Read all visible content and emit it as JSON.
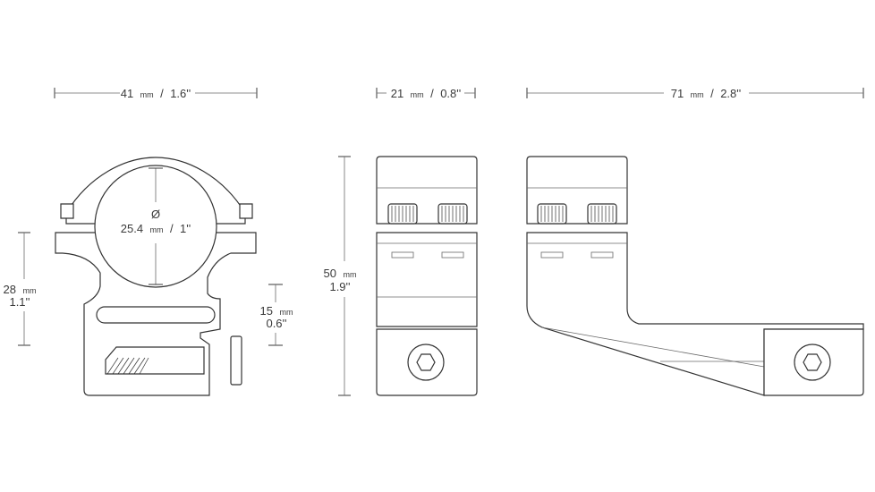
{
  "dimensions": {
    "front_width": {
      "value": "41",
      "unit": "mm",
      "imperial": "1.6''"
    },
    "side_width": {
      "value": "21",
      "unit": "mm",
      "imperial": "0.8''"
    },
    "offset_length": {
      "value": "71",
      "unit": "mm",
      "imperial": "2.8''"
    },
    "tube_diameter": {
      "symbol": "Ø",
      "value": "25.4",
      "unit": "mm",
      "imperial": "1''"
    },
    "center_height": {
      "value": "28",
      "unit": "mm",
      "imperial": "1.1''"
    },
    "base_height": {
      "value": "15",
      "unit": "mm",
      "imperial": "0.6''"
    },
    "total_height": {
      "value": "50",
      "unit": "mm",
      "imperial": "1.9''"
    }
  },
  "separator": "/",
  "colors": {
    "line": "#3a3a3a",
    "background": "#ffffff"
  }
}
